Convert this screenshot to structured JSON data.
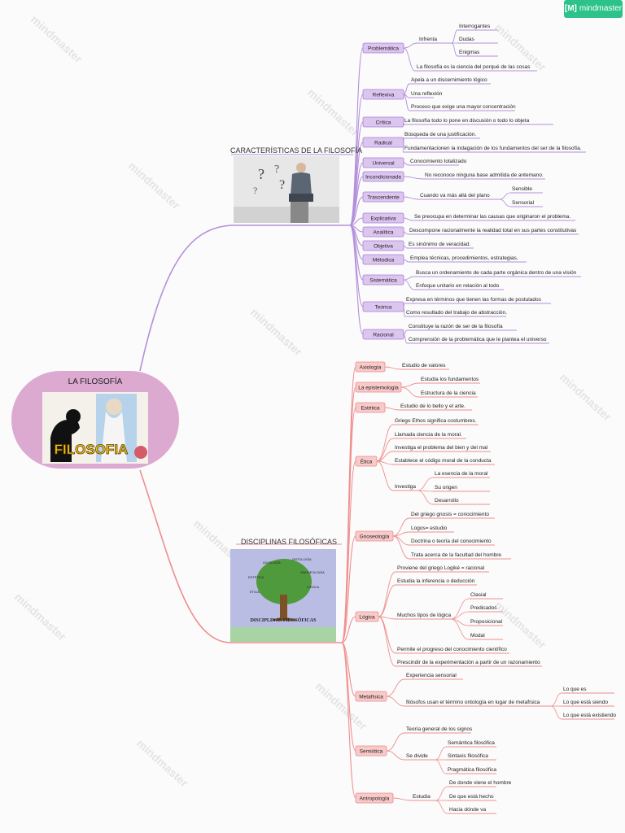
{
  "app": {
    "badge_text": "mindmaster",
    "watermark_text": "mindmaster"
  },
  "root": {
    "title": "LA FILOSOFÍA",
    "image_caption": "FILOSOFIA"
  },
  "sections": {
    "caracteristicas": {
      "title": "CARACTERÍSTICAS DE LA FILOSOFÍA"
    },
    "disciplinas": {
      "title": "DISCIPLINAS FILOSÓFICAS"
    }
  },
  "tree_image": {
    "caption": "DISCIPLINAS FILOSÓFICAS",
    "labels": [
      "AXIOLOGÍA",
      "ONTOLOGÍA",
      "GNOSEOLOGÍA",
      "ESTÉTICA",
      "LÓGICA",
      "ÉTICA"
    ]
  },
  "colors": {
    "purple_branch": "#b48fdb",
    "purple_fill": "#dcc6f0",
    "purple_stroke": "#a77fd3",
    "red_branch": "#ef8e8e",
    "red_fill": "#f9caca",
    "red_stroke": "#ea8a8a",
    "root_fill": "#dca9d1",
    "badge": "#2cc28a"
  },
  "purple_nodes": [
    {
      "label": "Problemática",
      "leaves": [
        {
          "text": "Infrenta",
          "sub": [
            {
              "text": "Interrogantes"
            },
            {
              "text": "Dudas"
            },
            {
              "text": "Enigmas"
            }
          ]
        },
        {
          "text": "La filosofía es la ciencia del porqué de las cosas"
        }
      ]
    },
    {
      "label": "Reflexiva",
      "leaves": [
        {
          "text": "Apela a un discernimiento lógico"
        },
        {
          "text": "Una reflexión"
        },
        {
          "text": "Proceso que exige una mayor concentración"
        }
      ]
    },
    {
      "label": "Crítica",
      "leaves": [
        {
          "text": "La filosofía todo lo pone en discusión o todo lo objeta"
        }
      ]
    },
    {
      "label": "Radical",
      "leaves": [
        {
          "text": "Búsqueda de una justificación."
        },
        {
          "text": "Fundamentacionen la indagación de los fundamentos del ser de la filosofía."
        }
      ]
    },
    {
      "label": "Universal",
      "leaves": [
        {
          "text": "Conocimiento totalizado"
        }
      ]
    },
    {
      "label": "Incondicionada",
      "leaves": [
        {
          "text": "No reconoce ninguna base admitida de antemano."
        }
      ]
    },
    {
      "label": "Trascendente",
      "leaves": [
        {
          "text": "Cuando va más allá del plano",
          "sub": [
            {
              "text": "Sensible"
            },
            {
              "text": "Sensorial"
            }
          ]
        }
      ]
    },
    {
      "label": "Explicativa",
      "leaves": [
        {
          "text": "Se preocupa en determinar las causas que originaron el problema."
        }
      ]
    },
    {
      "label": "Analítica",
      "leaves": [
        {
          "text": "Descompone racionalmente la realidad total en sus partes constitutivas"
        }
      ]
    },
    {
      "label": "Objetiva",
      "leaves": [
        {
          "text": "Es sinónimo de veracidad."
        }
      ]
    },
    {
      "label": "Métodica",
      "leaves": [
        {
          "text": "Emplea técnicas, procedimientos, estrategias."
        }
      ]
    },
    {
      "label": "Sistemática",
      "leaves": [
        {
          "text": "Busca un ordenamiento de cada parte orgánica dentro de una visión"
        },
        {
          "text": "Enfoque unitario en relación al todo"
        }
      ]
    },
    {
      "label": "Teórica",
      "leaves": [
        {
          "text": "Expresa en términos que tienen las formas de postulados"
        },
        {
          "text": "Como resultado del trabajo de abstracción."
        }
      ]
    },
    {
      "label": "Racional",
      "leaves": [
        {
          "text": "Constituye la razón de ser de la filosofía"
        },
        {
          "text": "Comprensión de la problemática que le plantea el universo"
        }
      ]
    }
  ],
  "red_nodes": [
    {
      "label": "Axiología",
      "leaves": [
        {
          "text": "Estudio de valores"
        }
      ]
    },
    {
      "label": "La epistemología",
      "leaves": [
        {
          "text": "Estudia los fundamentos"
        },
        {
          "text": "Estructura de la ciencia"
        }
      ]
    },
    {
      "label": "Estética",
      "leaves": [
        {
          "text": "Estudio  de lo bello y el  arte."
        }
      ]
    },
    {
      "label": "Ética",
      "leaves": [
        {
          "text": "Griego Ethos significa costumbres."
        },
        {
          "text": "Llamada ciencia de la moral."
        },
        {
          "text": "Investiga el problema del bien y del mal"
        },
        {
          "text": "Establece el código moral de la conducta"
        },
        {
          "text": "Investiga",
          "sub": [
            {
              "text": "La esencia de la moral"
            },
            {
              "text": "Su origen"
            },
            {
              "text": "Desarrollo"
            }
          ]
        }
      ]
    },
    {
      "label": "Gnoseología",
      "leaves": [
        {
          "text": "Del griego gnosis = conocimiento"
        },
        {
          "text": "Logos= estudio"
        },
        {
          "text": "Doctrina o teoría del conocimiento"
        },
        {
          "text": "Trata acerca de la facultad del hombre"
        }
      ]
    },
    {
      "label": "Lógica",
      "leaves": [
        {
          "text": "Proviene del griego Logiké = racional"
        },
        {
          "text": "Estudia la inferencia o deducción"
        },
        {
          "text": "Muchos tipos de lógica",
          "sub": [
            {
              "text": "Clasial"
            },
            {
              "text": "Predicados"
            },
            {
              "text": "Proposicional"
            },
            {
              "text": "Modal"
            }
          ]
        },
        {
          "text": "Permite el progreso del conocimiento científico"
        },
        {
          "text": "Prescindir de la experimentación a partir de un razonamiento"
        }
      ]
    },
    {
      "label": "Metafísica",
      "leaves": [
        {
          "text": "Experiencia sensorial"
        },
        {
          "text": "filósofos usan el término ontología en lugar de metafísica",
          "sub": [
            {
              "text": "Lo que es"
            },
            {
              "text": "Lo que está siendo"
            },
            {
              "text": "Lo que está existiendo"
            }
          ]
        }
      ]
    },
    {
      "label": "Semiótica",
      "leaves": [
        {
          "text": "Teoría general de los signos"
        },
        {
          "text": "Se divide",
          "sub": [
            {
              "text": "Semántica filosófica"
            },
            {
              "text": "Sintaxis filosófica"
            },
            {
              "text": "Pragmática filosófica"
            }
          ]
        }
      ]
    },
    {
      "label": "Antropología",
      "leaves": [
        {
          "text": "Estudia",
          "sub": [
            {
              "text": "De donde viene el hombre"
            },
            {
              "text": "De que está hecho"
            },
            {
              "text": "Hacia dónde va"
            }
          ]
        }
      ]
    }
  ]
}
